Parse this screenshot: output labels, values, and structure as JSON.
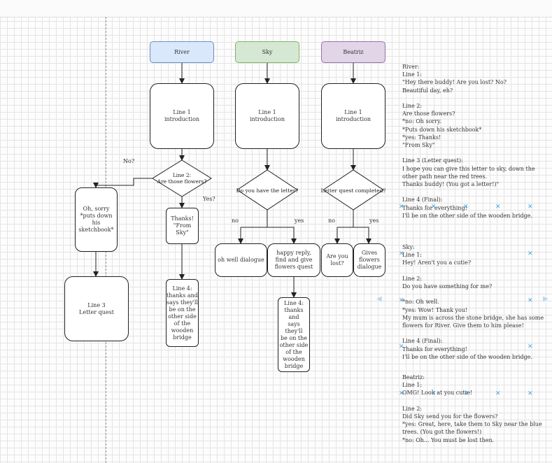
{
  "headers": {
    "river": {
      "label": "River",
      "fill": "#dae8fc",
      "stroke": "#6c8ebf"
    },
    "sky": {
      "label": "Sky",
      "fill": "#d5e8d4",
      "stroke": "#82b366"
    },
    "beatriz": {
      "label": "Beatriz",
      "fill": "#e1d5e7",
      "stroke": "#9673a6"
    }
  },
  "river": {
    "line1": "Line 1\nintroduction",
    "decision": "Line 2:\nAre those flowers?",
    "no_label": "No?",
    "yes_label": "Yes?",
    "no_box": "Oh, sorry\n*puts down his\nsketchbook*",
    "yes_box": "Thanks!\n\"From Sky\"",
    "line3": "Line 3\nLetter quest",
    "line4": "Line 4:\nthanks and\nsays they'll\nbe on the\nother side\nof the\nwooden\nbridge"
  },
  "sky": {
    "line1": "Line 1\nintroduction",
    "decision": "Do you have the letter?",
    "no_label": "no",
    "yes_label": "yes",
    "no_box": "oh well dialogue",
    "yes_box": "happy reply,\nfind and give\nflowers quest",
    "line4": "Line 4:\nthanks and\nsays they'll\nbe on the\nother side\nof the\nwooden\nbridge"
  },
  "beatriz": {
    "line1": "Line 1\nintroduction",
    "decision": "Letter quest completed?",
    "no_label": "no",
    "yes_label": "yes",
    "no_box": "Are you\nlost?",
    "yes_box": "Gives\nflowers\ndialogue"
  },
  "notes": {
    "river": "River:\nLine 1:\n\"Hey there buddy! Are you lost? No?\nBeautiful day, eh?\n\nLine 2:\nAre those flowers?\n*no: Oh sorry.\n        *Puts down his sketchbook*\n*yes: Thanks!\n        \"From Sky\"\n\nLine 3 (Letter quest):\nI hope you can give this letter to sky, down the\nother path near the red trees.\nThanks buddy! (You got a letter!)\"\n\nLine 4 (Final):\nThanks for everything!\nI'll be on the other side of the wooden bridge.",
    "sky": "Sky:\nLine 1:\nHey! Aren't you a cutie?\n\nLine 2:\nDo you have something for me?\n\n*no: Oh well.\n*yes: Wow! Thank you!\nMy mum is across the stone bridge, she has some\nflowers for  River. Give them to him please!\n\nLine 4 (Final):\nThanks for everything!\nI'll be on the other side of the wooden bridge.",
    "beatriz": "Beatriz:\nLine 1:\nOMG! Look at you cutie!\n\nLine 2:\nDid Sky send you for the flowers?\n*yes: Great, here, take them to Sky near the blue\ntrees. (You got the flowers!)\n*no: Oh... You must be lost then."
  }
}
